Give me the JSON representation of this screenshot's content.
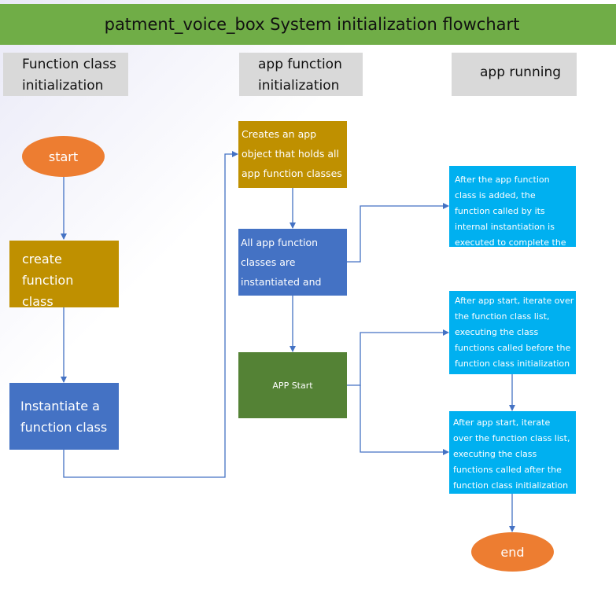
{
  "title": "patment_voice_box System initialization flowchart",
  "columns": {
    "function_class": "Function class initialization",
    "app_function": "app function initialization",
    "app_running": "app running"
  },
  "nodes": {
    "start": "start",
    "create_function_class": "create function class",
    "instantiate_function_class": "Instantiate a function class",
    "create_app_object": "Creates an app object that holds all app function classes",
    "instantiate_all_app_classes": "All app function classes are instantiated and added to the list",
    "app_start": "APP Start",
    "after_class_added": "After the app function class is added, the function called by its internal instantiation is executed to complete the initialization",
    "after_start_before": "After app start, iterate over the function class list, executing the class functions called before the function class initialization",
    "after_start_after": "After app start, iterate over the function class list, executing the class functions called after the function class initialization",
    "end": "end"
  },
  "colors": {
    "title_bar": "#70ad47",
    "terminal": "#ed7d31",
    "gold": "#bf9000",
    "blue": "#4472c4",
    "green": "#548235",
    "cyan": "#00b0f0",
    "connector": "#4472c4"
  }
}
